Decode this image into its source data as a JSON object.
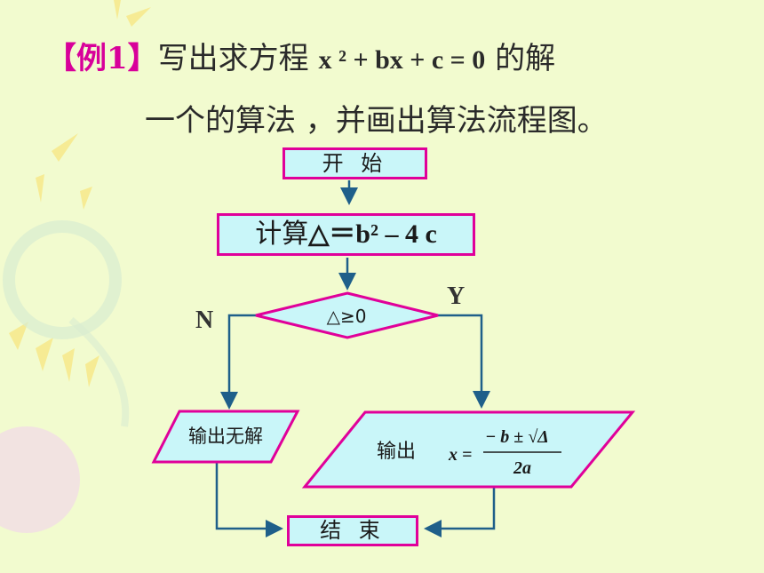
{
  "title": {
    "bracket_label": "【例1】",
    "line1_text": "写出求方程",
    "equation": "x ² + bx + c = 0",
    "line1_end": "的解",
    "line2": "一个的算法 ，并画出算法流程图。"
  },
  "flowchart": {
    "start_label": "开 始",
    "compute_prefix": "计算",
    "compute_formula": "△＝b² – 4 c",
    "decision_label": "△≥0",
    "no_label": "N",
    "yes_label": "Y",
    "no_solution_label": "输出无解",
    "output_label": "输出",
    "formula_lhs": "x =",
    "formula_numerator": "− b ± √Δ",
    "formula_denominator": "2a",
    "end_label": "结 束"
  },
  "colors": {
    "border": "#e0009a",
    "fill": "#c9f6f9",
    "arrow": "#1f5f8a",
    "background": "#f2fbcf"
  }
}
